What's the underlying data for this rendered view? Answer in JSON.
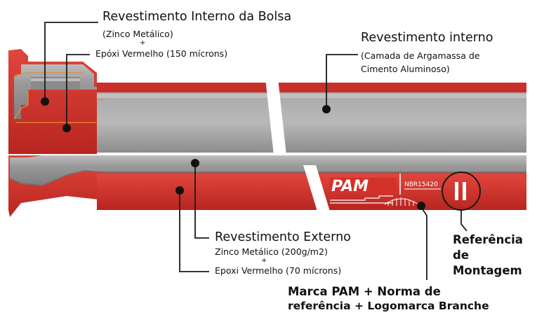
{
  "labels": {
    "bell_lining": {
      "title": "Revestimento Interno da Bolsa",
      "line1": "(Zinco Metálico)",
      "plus": "+",
      "line2": "Epóxi Vermelho (150 mícrons)"
    },
    "internal_lining": {
      "title": "Revestimento interno",
      "line1": "(Camada de Argamassa de",
      "line2": "Cimento Aluminoso)"
    },
    "external_coating": {
      "title": "Revestimento Externo",
      "line1": "Zinco Metálico (200g/m2)",
      "plus": "+",
      "line2": "Epoxi Vermelho  (70 mícrons)"
    },
    "assembly_reference": [
      "Referência",
      "de",
      "Montagem"
    ],
    "marking": [
      "Marca PAM + Norma de",
      "referência + Logomarca Branche"
    ]
  },
  "pipe_marking": {
    "brand": "PAM",
    "standard": "NBR15420"
  },
  "colors": {
    "pipe_red": "#d3312a",
    "pipe_red_dark": "#a51d1a",
    "lining_grey": "#9d9d9d",
    "lining_grey_light": "#c9c9c9",
    "orange_outline": "#e88a2e",
    "leader_line": "#1a1a1a"
  }
}
